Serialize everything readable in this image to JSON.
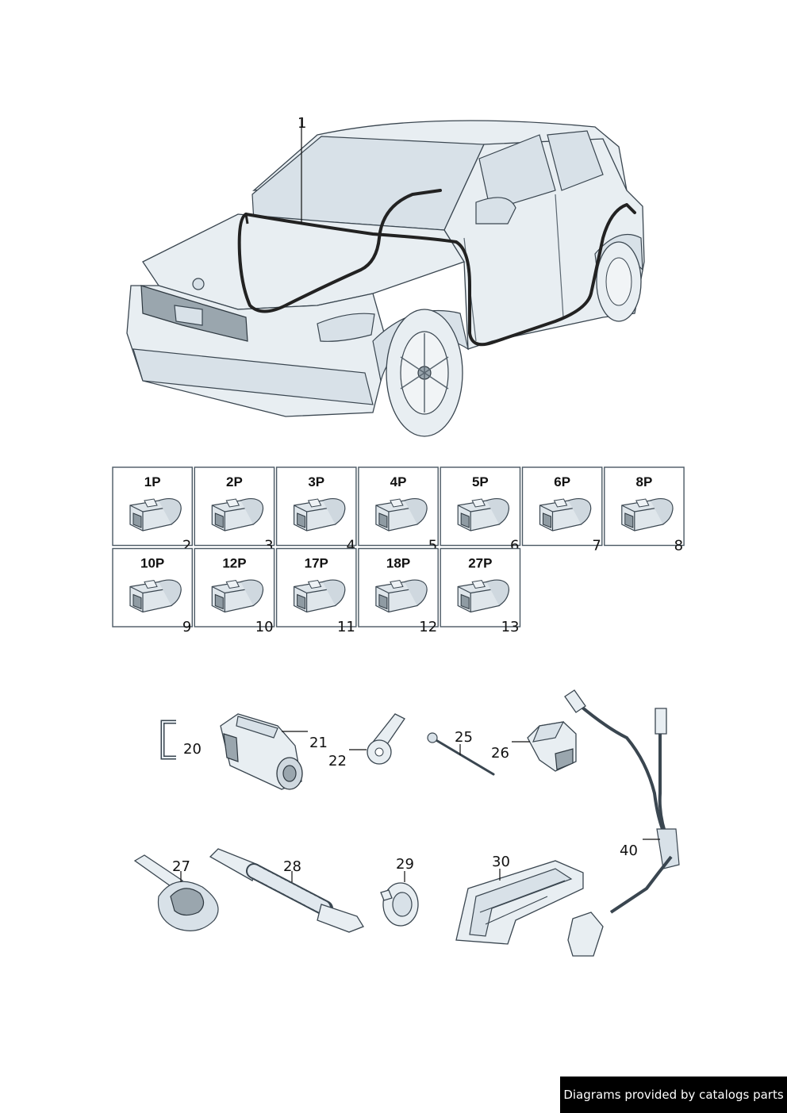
{
  "callouts": {
    "c1": "1",
    "c20": "20",
    "c21": "21",
    "c22": "22",
    "c25": "25",
    "c26": "26",
    "c27": "27",
    "c28": "28",
    "c29": "29",
    "c30": "30",
    "c40": "40"
  },
  "connector_grid": [
    {
      "pins": "1P",
      "part": "2"
    },
    {
      "pins": "2P",
      "part": "3"
    },
    {
      "pins": "3P",
      "part": "4"
    },
    {
      "pins": "4P",
      "part": "5"
    },
    {
      "pins": "5P",
      "part": "6"
    },
    {
      "pins": "6P",
      "part": "7"
    },
    {
      "pins": "8P",
      "part": "8"
    },
    {
      "pins": "10P",
      "part": "9"
    },
    {
      "pins": "12P",
      "part": "10"
    },
    {
      "pins": "17P",
      "part": "11"
    },
    {
      "pins": "18P",
      "part": "12"
    },
    {
      "pins": "27P",
      "part": "13"
    }
  ],
  "footer": "Diagrams provided by catalogs parts"
}
